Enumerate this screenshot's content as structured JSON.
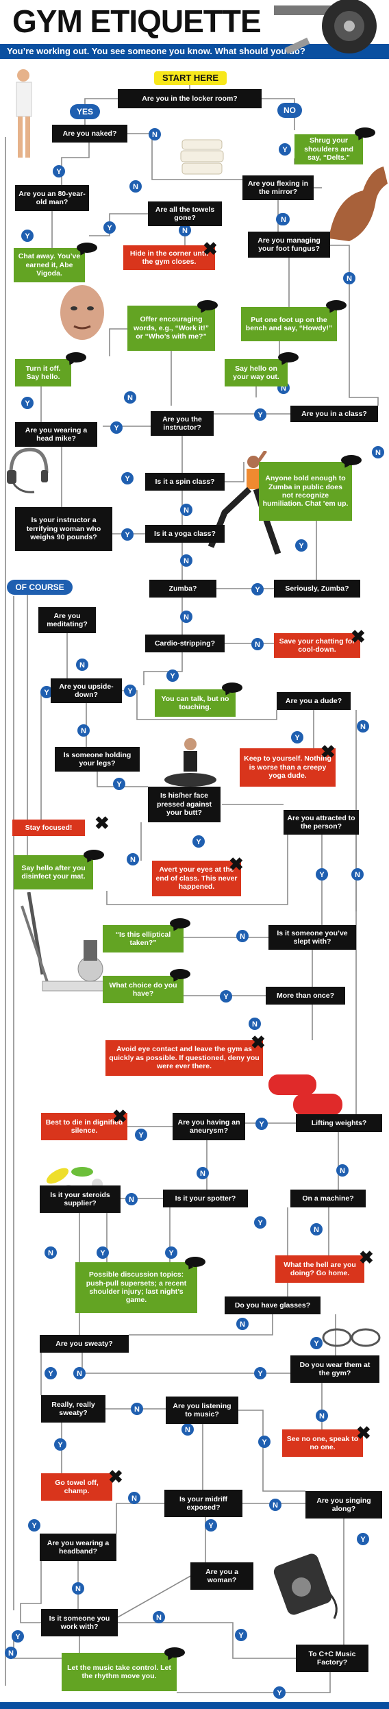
{
  "header": {
    "title": "GYM ETIQUETTE",
    "subtitle": "You’re working out. You see someone you know. What should you do?"
  },
  "colors": {
    "blue": "#1f5fb0",
    "green": "#63a423",
    "red": "#d9351c",
    "black": "#111111",
    "yellow": "#f7e71b"
  },
  "flow": {
    "start": "START HERE",
    "yes_badge": "YES",
    "no_badge": "NO",
    "of_course": "OF COURSE",
    "q_locker": "Are you in the locker room?",
    "q_naked": "Are you naked?",
    "a_shrug": "Shrug your shoulders and say, “Delts.”",
    "q_80": "Are you an 80-year-old man?",
    "q_towels": "Are all the towels gone?",
    "q_flex": "Are you flexing in the mirror?",
    "a_vigoda": "Chat away. You’ve earned it, Abe Vigoda.",
    "a_hide": "Hide in the corner until the gym closes.",
    "q_fungus": "Are you managing your foot fungus?",
    "a_encourage": "Offer encouraging words, e.g., “Work it!” or “Who’s with me?”",
    "a_footup": "Put one foot up on the bench and say, “Howdy!”",
    "a_turnoff": "Turn it off. Say hello.",
    "a_helloout": "Say hello on your way out.",
    "q_instructor": "Are you the instructor?",
    "q_class": "Are you in a class?",
    "q_headmike": "Are you wearing a head mike?",
    "q_spin": "Is it a spin class?",
    "a_zumba_bold": "Anyone bold enough to Zumba in public does not recognize humiliation. Chat ’em up.",
    "q_terrifying": "Is your instructor a terrifying woman who weighs 90 pounds?",
    "q_yoga": "Is it a yoga class?",
    "q_zumba": "Zumba?",
    "q_seriously": "Seriously, Zumba?",
    "q_meditating": "Are you meditating?",
    "q_cardio": "Cardio-stripping?",
    "a_chatting": "Save your chatting for cool-down.",
    "q_upside": "Are you upside-down?",
    "a_talk": "You can talk, but no touching.",
    "q_dude": "Are you a dude?",
    "q_holding": "Is someone holding your legs?",
    "a_creepy": "Keep to yourself. Nothing is worse than a creepy yoga dude.",
    "q_butt": "Is his/her face pressed against your butt?",
    "a_focused": "Stay focused!",
    "q_attracted": "Are you attracted to the person?",
    "a_disinfect": "Say hello after you disinfect your mat.",
    "a_avert": "Avert your eyes at the end of class. This never happened.",
    "a_taken": "“Is this elliptical taken?”",
    "q_slept": "Is it someone you’ve slept with?",
    "a_choice": "What choice do you have?",
    "q_more": "More than once?",
    "a_avoid": "Avoid eye contact and leave the gym as quickly as possible. If questioned, deny you were ever there.",
    "a_silence": "Best to die in dignified silence.",
    "q_aneurysm": "Are you having an aneurysm?",
    "q_weights": "Lifting weights?",
    "q_steroids": "Is it your steroids supplier?",
    "q_spotter": "Is it your spotter?",
    "q_machine": "On a machine?",
    "a_topics": "Possible discussion topics: push-pull supersets; a recent shoulder injury; last night’s game.",
    "a_gohome": "What the hell are you doing? Go home.",
    "q_glasses": "Do you have glasses?",
    "q_sweaty": "Are you sweaty?",
    "q_wear": "Do you wear them at the gym?",
    "q_really": "Really, really sweaty?",
    "q_music": "Are you listening to music?",
    "a_seenoone": "See no one, speak to no one.",
    "a_towel": "Go towel off, champ.",
    "q_midriff": "Is your midriff exposed?",
    "q_singing": "Are you singing along?",
    "q_headband": "Are you wearing a headband?",
    "q_woman": "Are you a woman?",
    "q_work": "Is it someone you work with?",
    "a_music": "Let the music take control. Let the rhythm move you.",
    "q_cc": "To C+C Music Factory?"
  }
}
